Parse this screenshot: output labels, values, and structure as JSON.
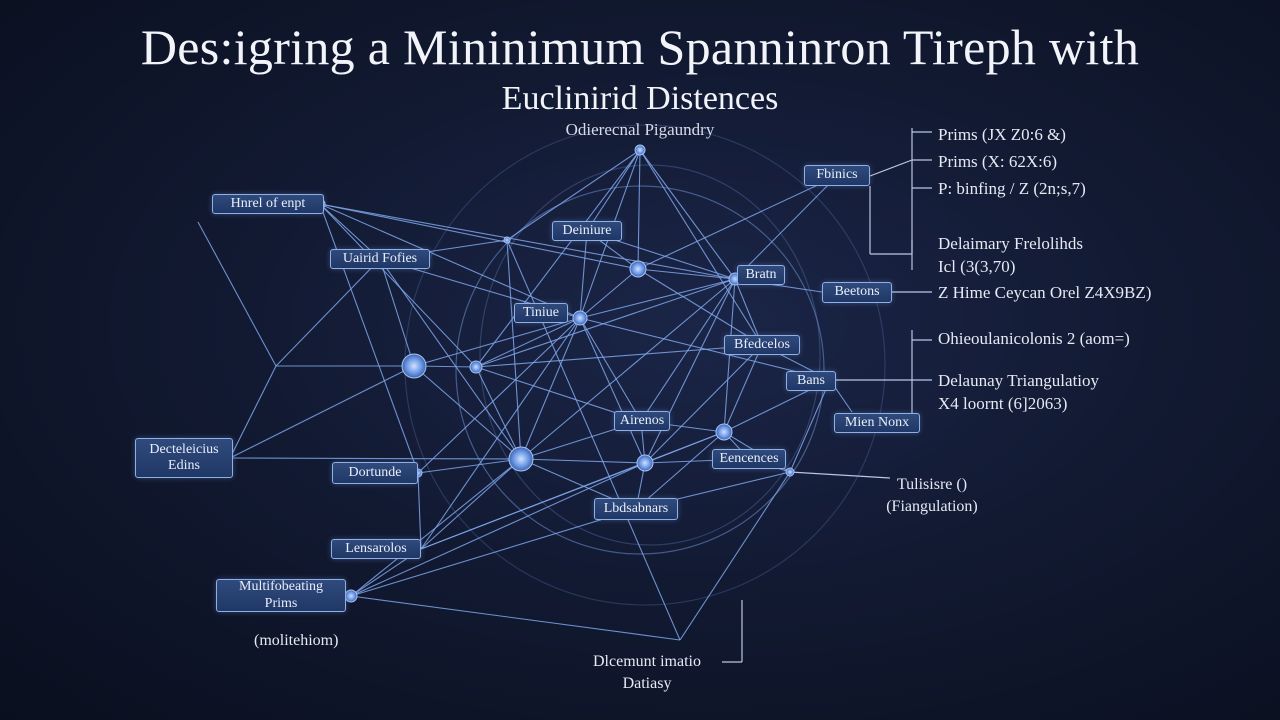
{
  "header": {
    "title": "Des:igring a Mininimum Spanninron Tireph with",
    "subtitle": "Euclinirid Distences",
    "top_label": "Odierecnal Pigaundry"
  },
  "boxes": {
    "hnrel_of_enpt": "Hnrel of enpt",
    "uaird_fofies": "Uairid Fofies",
    "deiniure": "Deiniure",
    "fbiniss": "Fbinics",
    "bratn": "Bratn",
    "beetons": "Beetons",
    "tiniue": "Tiniue",
    "bfedcelos": "Bfedcelos",
    "bans": "Bans",
    "mien_nonx": "Mien Nonx",
    "airenos": "Airenos",
    "eencences": "Eencences",
    "dectrelcious_ediins": "Decteleicius\nEdins",
    "dortunde": "Dortunde",
    "lbdsabnars": "Lbdsabnars",
    "lensarolos": "Lensarolos",
    "multifobeating_prims": "Multifobeating\nPrims"
  },
  "notes": {
    "prims_1": "Prims (JX Z0:6 &)",
    "prims_2": "Prims (X: 62X:6)",
    "prims_3": "P: binfing / Z (2n;s,7)",
    "delaunay_relations": "Delaimary Frelolihds\nIcl (3(3,70)",
    "delaunay_cost": "Z Hime Ceycan Orel Z4X9BZ)",
    "orientation": "Ohieoulanicolonis 2 (aom=)",
    "delaunay_triangulation": "Delaunay Triangulatioy\nX4 loornt (6]2063)",
    "triangulation": "Tulisisre ()\n(Fiangulation)",
    "multiplication": "(molitehiom)",
    "distance": "Dlcemunt imatio\nDatiasy"
  }
}
